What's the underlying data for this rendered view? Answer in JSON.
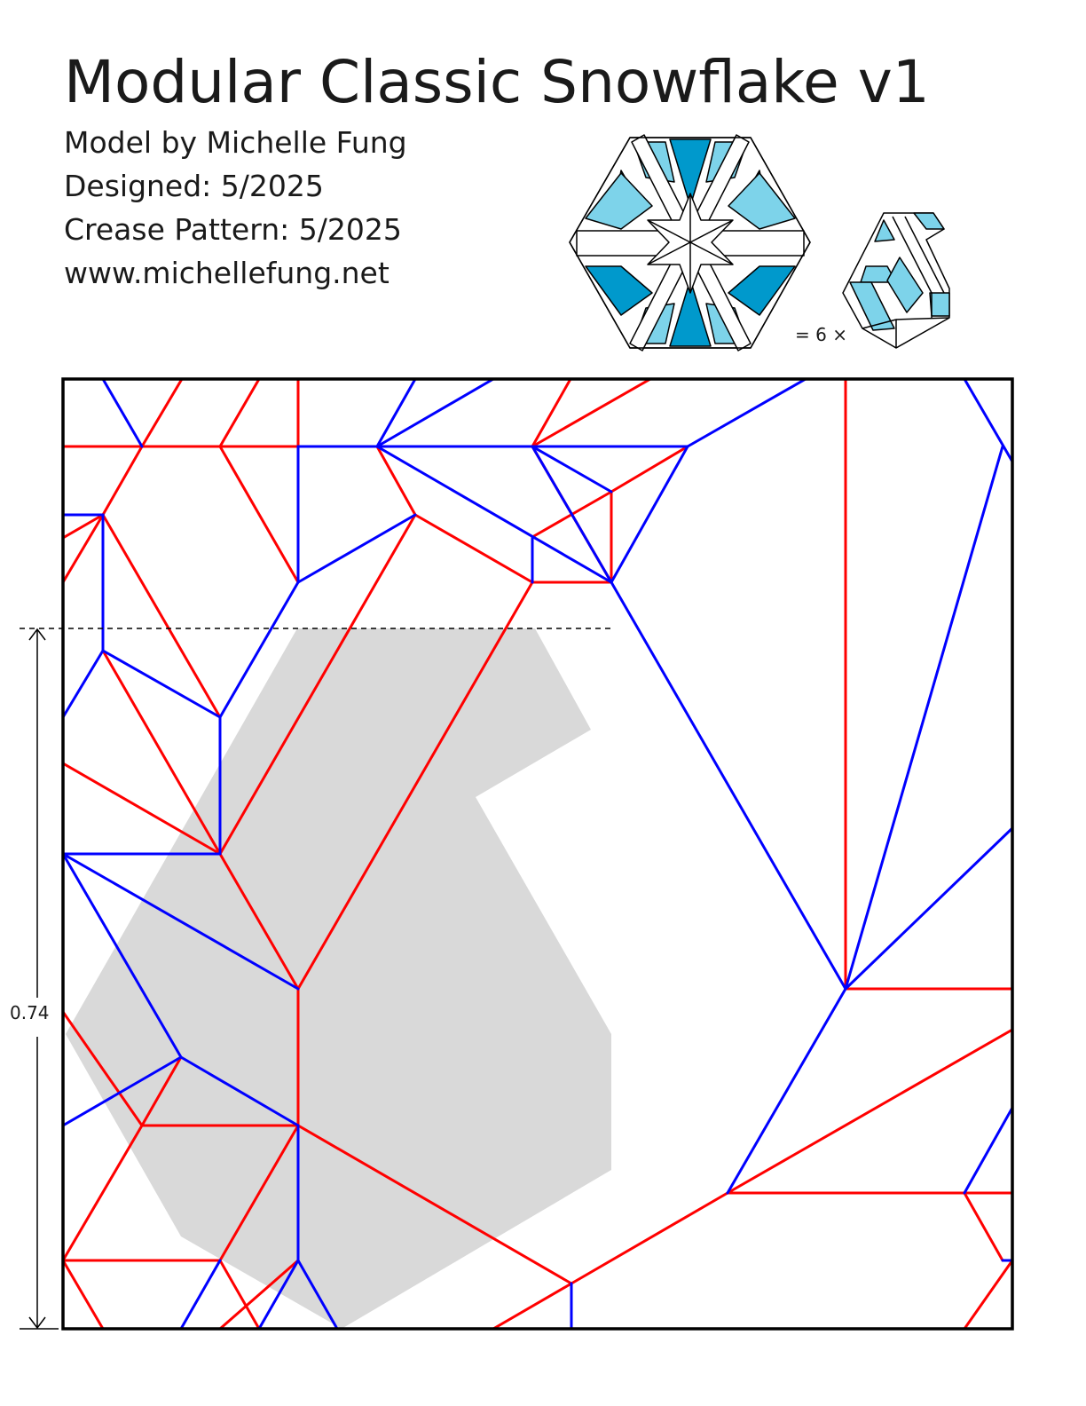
{
  "header": {
    "title": "Modular Classic Snowflake  v1",
    "model_by": "Model by Michelle Fung",
    "designed": "Designed: 5/2025",
    "crease_pattern": "Crease Pattern: 5/2025",
    "website": "www.michellefung.net"
  },
  "preview": {
    "multiplier_label": "= 6 ×",
    "colors": {
      "light_blue": "#7dd3ea",
      "dark_blue": "#0099cc",
      "outline": "#000000"
    }
  },
  "crease_pattern": {
    "dimension_label": "0.74",
    "colors": {
      "mountain": "#ff0000",
      "valley": "#0000ff",
      "shaded_region": "#d9d9d9",
      "border": "#000000"
    }
  }
}
